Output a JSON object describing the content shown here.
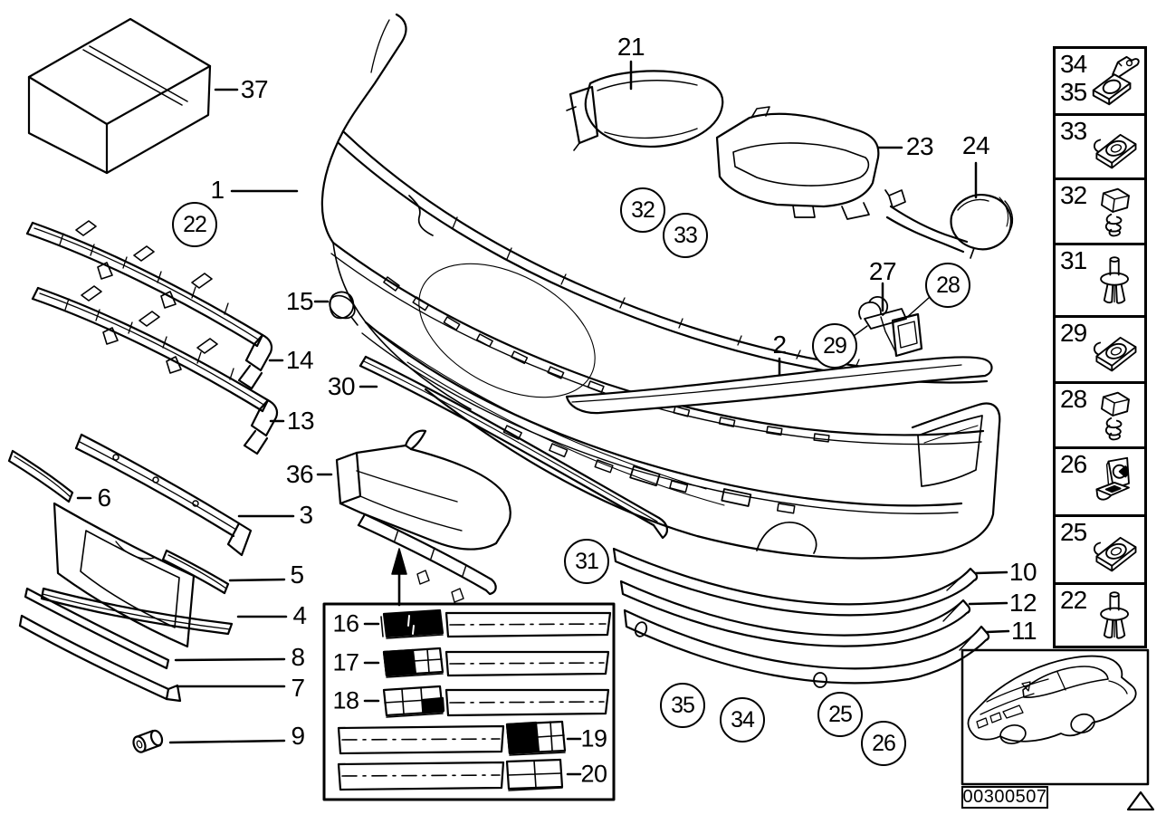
{
  "figure": {
    "type": "exploded-parts-diagram",
    "subject": "front bumper trim panel",
    "background": "#ffffff",
    "ink": "#000000",
    "stamp": "00300507"
  },
  "callouts": {
    "n1": "1",
    "n2": "2",
    "n3": "3",
    "n4": "4",
    "n5": "5",
    "n6": "6",
    "n7": "7",
    "n8": "8",
    "n9": "9",
    "n10": "10",
    "n11": "11",
    "n12": "12",
    "n13": "13",
    "n14": "14",
    "n15": "15",
    "n21": "21",
    "n23": "23",
    "n24": "24",
    "n27": "27",
    "n30": "30",
    "n36": "36",
    "n37": "37"
  },
  "circled": {
    "c22": "22",
    "c25": "25",
    "c26": "26",
    "c28": "28",
    "c29": "29",
    "c31": "31",
    "c32": "32",
    "c33": "33",
    "c34": "34",
    "c35": "35"
  },
  "legend": {
    "n16": "16",
    "n17": "17",
    "n18": "18",
    "n19": "19",
    "n20": "20"
  },
  "sidebar": {
    "cells": [
      {
        "label": "34",
        "label2": "35",
        "icon": "clamp-bracket-icon"
      },
      {
        "label": "33",
        "icon": "speed-nut-icon"
      },
      {
        "label": "32",
        "icon": "hex-screw-icon"
      },
      {
        "label": "31",
        "icon": "expansion-rivet-icon"
      },
      {
        "label": "29",
        "icon": "speed-nut-icon"
      },
      {
        "label": "28",
        "icon": "hex-screw-icon"
      },
      {
        "label": "26",
        "icon": "angle-bracket-icon"
      },
      {
        "label": "25",
        "icon": "speed-nut-icon"
      },
      {
        "label": "22",
        "icon": "expansion-rivet-icon"
      }
    ]
  },
  "stamp": {
    "text": "00300507"
  }
}
